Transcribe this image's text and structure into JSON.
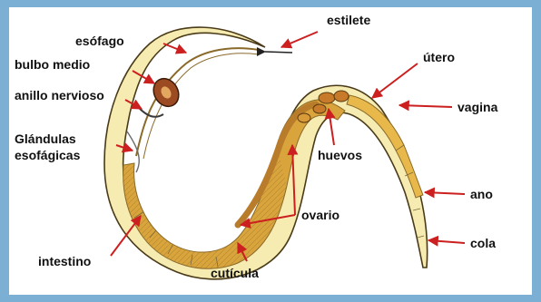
{
  "colors": {
    "frame": "#7bafd4",
    "background": "#ffffff",
    "body_fill": "#f6ecb2",
    "intestine": "#d9a43c",
    "intestine_dark": "#c6892a",
    "arrow": "#cc1f1f",
    "outline": "#4a3a18"
  },
  "labels": {
    "estilete": "estilete",
    "esofago": "esófago",
    "bulbo_medio": "bulbo medio",
    "anillo_nervioso": "anillo nervioso",
    "glandulas_1": "Glándulas",
    "glandulas_2": "esofágicas",
    "intestino": "intestino",
    "cuticula": "cutícula",
    "ovario": "ovario",
    "huevos": "huevos",
    "utero": "útero",
    "vagina": "vagina",
    "ano": "ano",
    "cola": "cola"
  }
}
